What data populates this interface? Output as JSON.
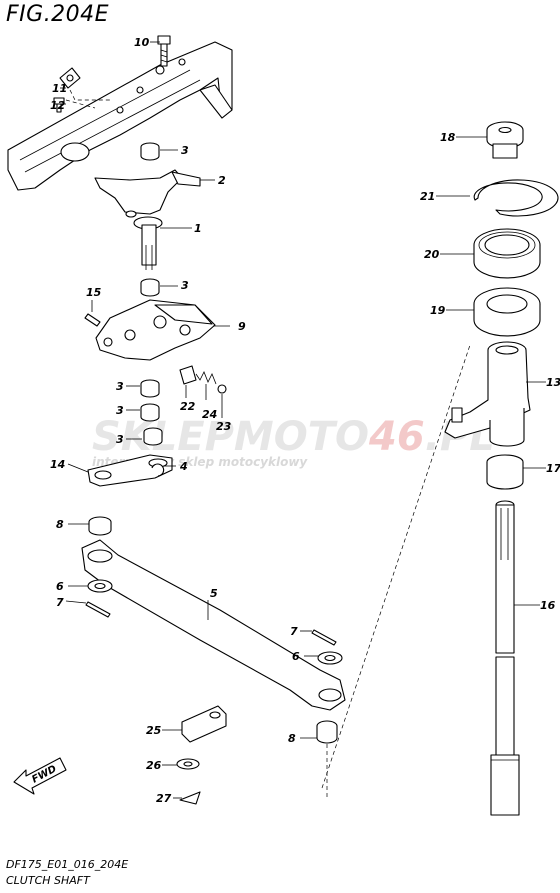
{
  "figure": {
    "title": "FIG.204E",
    "code": "DF175_E01_016_204E",
    "caption": "CLUTCH SHAFT"
  },
  "watermark": {
    "brand_part1": "SKLEPMOTO",
    "brand_part2": "46",
    "brand_part3": ".PL",
    "tagline": "internetowy sklep motocyklowy"
  },
  "direction_label": "FWD",
  "callouts": [
    {
      "key": "10",
      "label": "10"
    },
    {
      "key": "11",
      "label": "11"
    },
    {
      "key": "12",
      "label": "12"
    },
    {
      "key": "3a",
      "label": "3"
    },
    {
      "key": "2",
      "label": "2"
    },
    {
      "key": "1",
      "label": "1"
    },
    {
      "key": "3b",
      "label": "3"
    },
    {
      "key": "15",
      "label": "15"
    },
    {
      "key": "9",
      "label": "9"
    },
    {
      "key": "3c",
      "label": "3"
    },
    {
      "key": "3d",
      "label": "3"
    },
    {
      "key": "22",
      "label": "22"
    },
    {
      "key": "24",
      "label": "24"
    },
    {
      "key": "23",
      "label": "23"
    },
    {
      "key": "3e",
      "label": "3"
    },
    {
      "key": "14",
      "label": "14"
    },
    {
      "key": "4",
      "label": "4"
    },
    {
      "key": "8a",
      "label": "8"
    },
    {
      "key": "5",
      "label": "5"
    },
    {
      "key": "6a",
      "label": "6"
    },
    {
      "key": "7a",
      "label": "7"
    },
    {
      "key": "7b",
      "label": "7"
    },
    {
      "key": "6b",
      "label": "6"
    },
    {
      "key": "25",
      "label": "25"
    },
    {
      "key": "8b",
      "label": "8"
    },
    {
      "key": "26",
      "label": "26"
    },
    {
      "key": "27",
      "label": "27"
    },
    {
      "key": "18",
      "label": "18"
    },
    {
      "key": "21",
      "label": "21"
    },
    {
      "key": "20",
      "label": "20"
    },
    {
      "key": "19",
      "label": "19"
    },
    {
      "key": "13",
      "label": "13"
    },
    {
      "key": "17",
      "label": "17"
    },
    {
      "key": "16",
      "label": "16"
    }
  ]
}
